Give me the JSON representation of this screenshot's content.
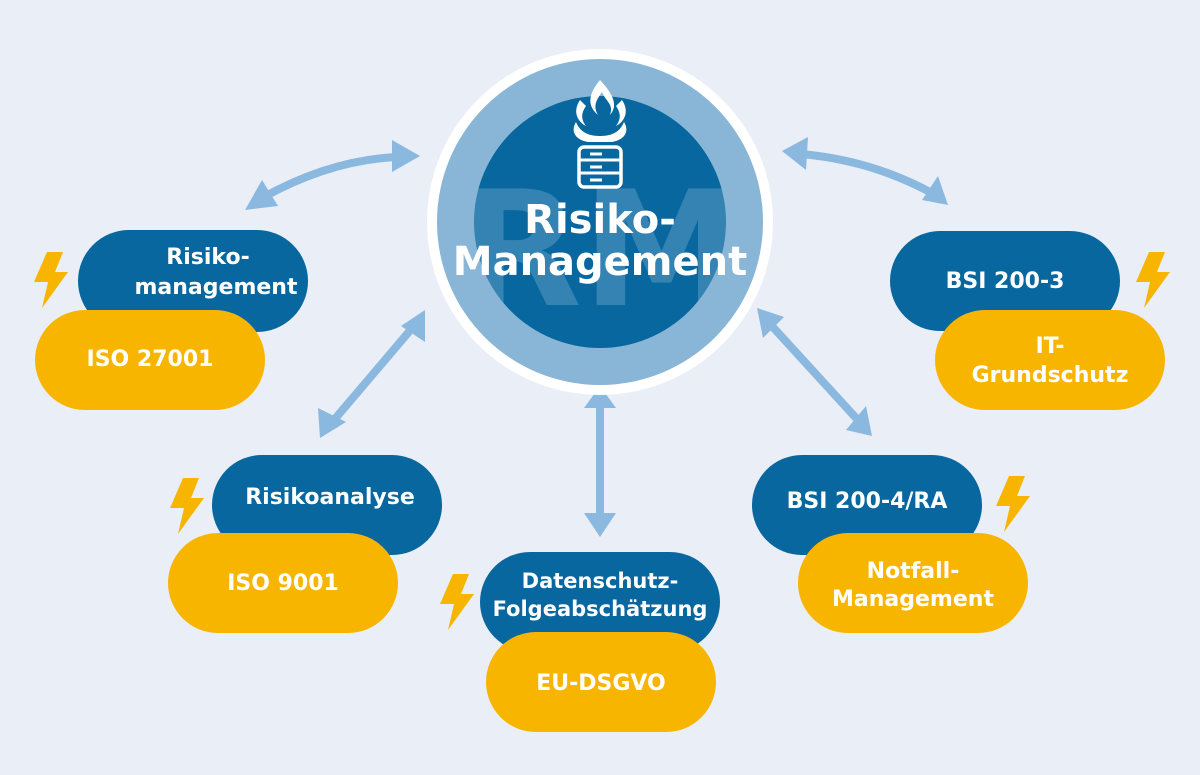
{
  "colors": {
    "background": "#e9eef7",
    "dark_blue": "#07679e",
    "light_blue": "#89b6d6",
    "arrow_blue": "#8ab8df",
    "yellow": "#f8b500",
    "white": "#ffffff"
  },
  "center": {
    "title_line1": "Risiko-",
    "title_line2": "Management",
    "watermark": "RM",
    "icon": "burning-server-icon"
  },
  "nodes": [
    {
      "id": "iso27001",
      "upper_lines": [
        "Risiko-",
        "management"
      ],
      "lower_lines": [
        "ISO 27001"
      ],
      "icon": "lightning-icon"
    },
    {
      "id": "iso9001",
      "upper_lines": [
        "Risikoanalyse"
      ],
      "lower_lines": [
        "ISO 9001"
      ],
      "icon": "lightning-icon"
    },
    {
      "id": "dsgvo",
      "upper_lines": [
        "Datenschutz-",
        "Folgeabschätzung"
      ],
      "lower_lines": [
        "EU-DSGVO"
      ],
      "icon": "lightning-icon"
    },
    {
      "id": "notfall",
      "upper_lines": [
        "BSI 200-4/RA"
      ],
      "lower_lines": [
        "Notfall-",
        "Management"
      ],
      "icon": "lightning-icon"
    },
    {
      "id": "grundschutz",
      "upper_lines": [
        "BSI 200-3"
      ],
      "lower_lines": [
        "IT-",
        "Grundschutz"
      ],
      "icon": "lightning-icon"
    }
  ]
}
